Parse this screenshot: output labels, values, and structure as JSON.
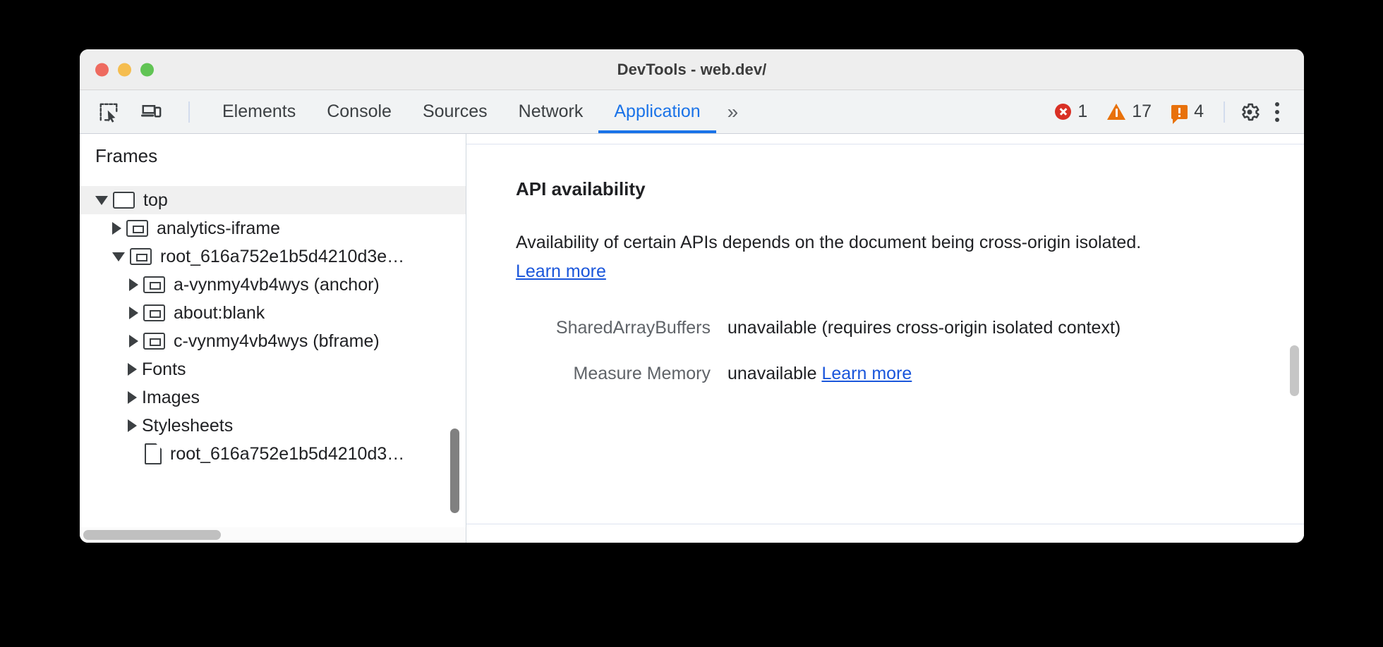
{
  "window": {
    "title": "DevTools - web.dev/",
    "traffic_lights": [
      "close-button",
      "minimize-button",
      "maximize-button"
    ]
  },
  "toolbar": {
    "inspect_icon": "inspect-element-icon",
    "device_icon": "device-toolbar-icon",
    "tabs": [
      {
        "label": "Elements",
        "active": false
      },
      {
        "label": "Console",
        "active": false
      },
      {
        "label": "Sources",
        "active": false
      },
      {
        "label": "Network",
        "active": false
      },
      {
        "label": "Application",
        "active": true
      }
    ],
    "more_tabs_label": "»",
    "counters": {
      "errors": "1",
      "warnings": "17",
      "issues": "4"
    },
    "settings_icon": "gear-icon",
    "menu_icon": "kebab-menu-icon"
  },
  "sidebar": {
    "header": "Frames",
    "tree": [
      {
        "label": "top",
        "depth": 0,
        "twisty": "expanded",
        "icon": "window-icon",
        "selected": true
      },
      {
        "label": "analytics-iframe",
        "depth": 1,
        "twisty": "collapsed",
        "icon": "frame-icon",
        "selected": false
      },
      {
        "label": "root_616a752e1b5d4210d3e…",
        "depth": 1,
        "twisty": "expanded",
        "icon": "frame-icon",
        "selected": false
      },
      {
        "label": "a-vynmy4vb4wys (anchor)",
        "depth": 2,
        "twisty": "collapsed",
        "icon": "frame-icon",
        "selected": false
      },
      {
        "label": "about:blank",
        "depth": 2,
        "twisty": "collapsed",
        "icon": "frame-icon",
        "selected": false
      },
      {
        "label": "c-vynmy4vb4wys (bframe)",
        "depth": 2,
        "twisty": "collapsed",
        "icon": "frame-icon",
        "selected": false
      },
      {
        "label": "Fonts",
        "depth": 1,
        "twisty": "collapsed",
        "icon": "none",
        "selected": false
      },
      {
        "label": "Images",
        "depth": 1,
        "twisty": "collapsed",
        "icon": "none",
        "selected": false
      },
      {
        "label": "Stylesheets",
        "depth": 1,
        "twisty": "collapsed",
        "icon": "none",
        "selected": false
      },
      {
        "label": "root_616a752e1b5d4210d3…",
        "depth": 2,
        "twisty": "none",
        "icon": "document-icon",
        "selected": false
      }
    ]
  },
  "main": {
    "heading": "API availability",
    "description_before": "Availability of certain APIs depends on the document being cross-origin isolated. ",
    "description_link": "Learn more",
    "rows": [
      {
        "key": "SharedArrayBuffers",
        "value": "unavailable",
        "note": "(requires cross-origin isolated context)",
        "link": ""
      },
      {
        "key": "Measure Memory",
        "value": "unavailable",
        "note": "",
        "link": "Learn more"
      }
    ]
  },
  "colors": {
    "accent": "#1a73e8",
    "link": "#1a56db",
    "error": "#d93025",
    "warning": "#e8710a",
    "tabbar_bg": "#f1f3f4",
    "titlebar_bg": "#eeeeee"
  }
}
